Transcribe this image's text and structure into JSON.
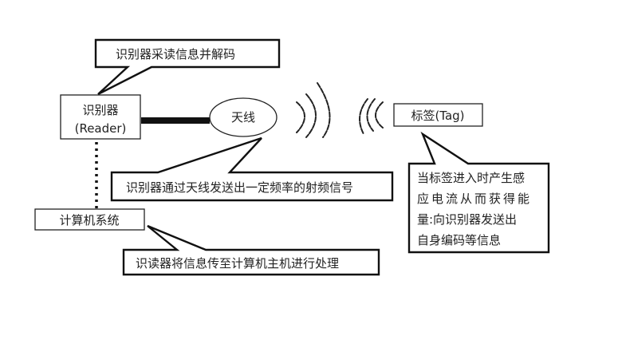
{
  "callouts": {
    "reader_decode": "识别器采读信息并解码",
    "antenna_send": "识别器通过天线发送出一定频率的射频信号",
    "computer_process": "识读器将信息传至计算机主机进行处理",
    "tag_lines": [
      "当标签进入时产生感",
      "应电流从而获得能",
      "量:向识别器发送出",
      "自身编码等信息"
    ]
  },
  "nodes": {
    "reader_line1": "识别器",
    "reader_line2": "(Reader)",
    "antenna": "天线",
    "tag": "标签(Tag)",
    "computer": "计算机系统"
  }
}
